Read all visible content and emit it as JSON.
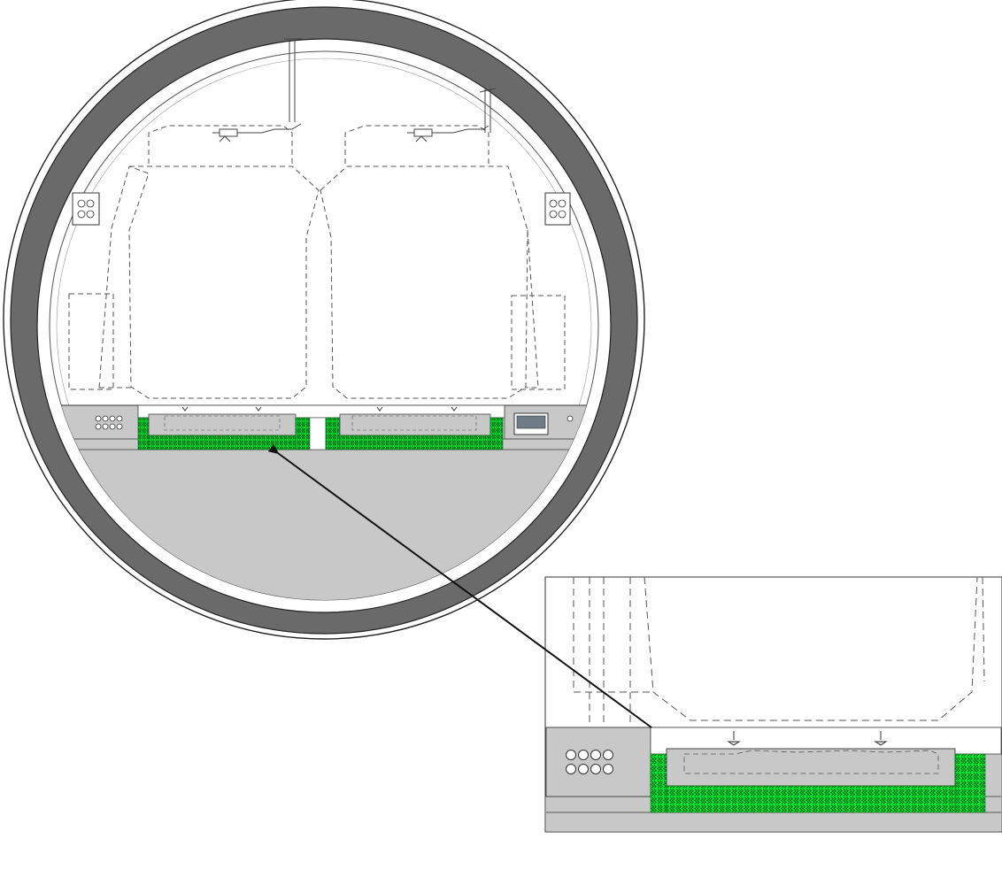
{
  "diagram": {
    "kind": "tunnel-cross-section",
    "tracks": 2,
    "inset": "track-slab-detail",
    "colors": {
      "lining": "#6a6a6a",
      "invert_fill": "#c8c8c8",
      "green_mat": "#00ee33",
      "green_dark": "#0a6a1a",
      "line": "#3a3a3a",
      "dash": "#555555",
      "arrow": "#111111"
    }
  }
}
